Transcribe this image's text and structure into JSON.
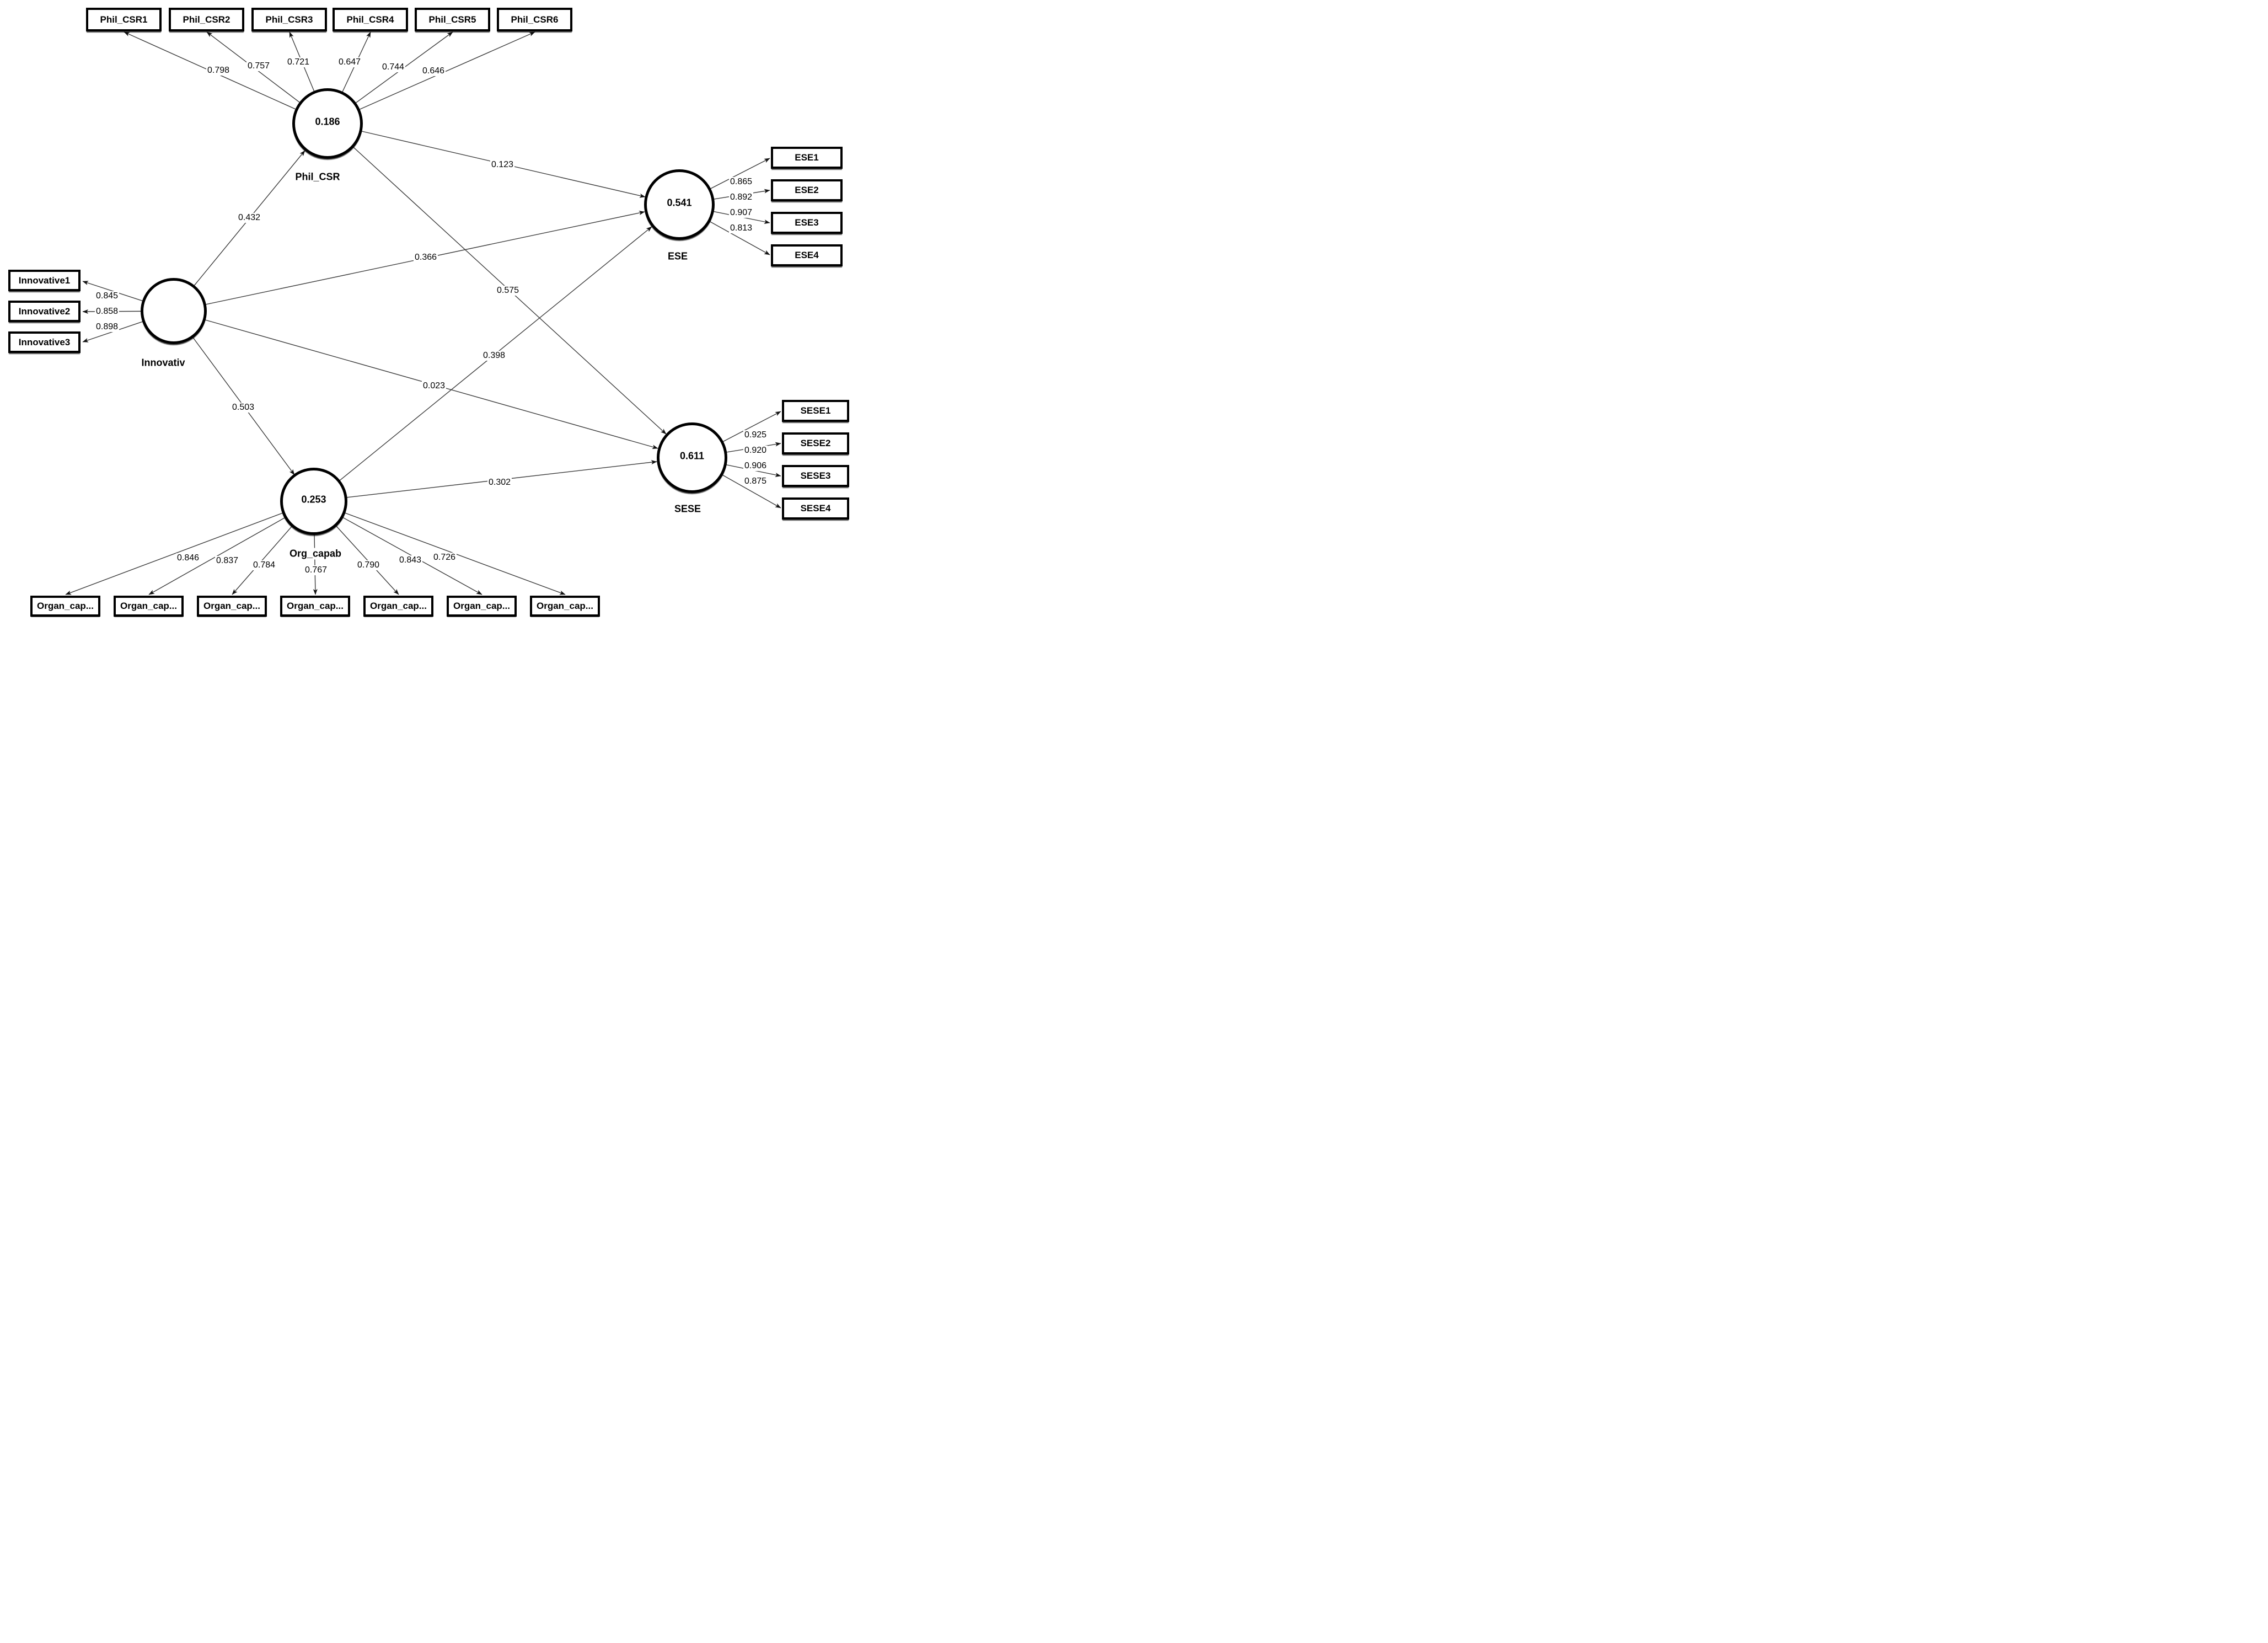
{
  "figure": {
    "background": "#ffffff",
    "line_color": "#3d3d3d",
    "shape_border_color": "#000000",
    "text_color": "#000000"
  },
  "constructs": {
    "phil_csr": {
      "label": "Phil_CSR",
      "r_squared": "0.186",
      "indicators": [
        {
          "label": "Phil_CSR1",
          "loading": "0.798"
        },
        {
          "label": "Phil_CSR2",
          "loading": "0.757"
        },
        {
          "label": "Phil_CSR3",
          "loading": "0.721"
        },
        {
          "label": "Phil_CSR4",
          "loading": "0.647"
        },
        {
          "label": "Phil_CSR5",
          "loading": "0.744"
        },
        {
          "label": "Phil_CSR6",
          "loading": "0.646"
        }
      ]
    },
    "innovativ": {
      "label": "Innovativ",
      "indicators": [
        {
          "label": "Innovative1",
          "loading": "0.845"
        },
        {
          "label": "Innovative2",
          "loading": "0.858"
        },
        {
          "label": "Innovative3",
          "loading": "0.898"
        }
      ]
    },
    "ese": {
      "label": "ESE",
      "r_squared": "0.541",
      "indicators": [
        {
          "label": "ESE1",
          "loading": "0.865"
        },
        {
          "label": "ESE2",
          "loading": "0.892"
        },
        {
          "label": "ESE3",
          "loading": "0.907"
        },
        {
          "label": "ESE4",
          "loading": "0.813"
        }
      ]
    },
    "sese": {
      "label": "SESE",
      "r_squared": "0.611",
      "indicators": [
        {
          "label": "SESE1",
          "loading": "0.925"
        },
        {
          "label": "SESE2",
          "loading": "0.920"
        },
        {
          "label": "SESE3",
          "loading": "0.906"
        },
        {
          "label": "SESE4",
          "loading": "0.875"
        }
      ]
    },
    "org_capab": {
      "label": "Org_capab",
      "r_squared": "0.253",
      "indicators": [
        {
          "label": "Organ_cap...",
          "loading": "0.846"
        },
        {
          "label": "Organ_cap...",
          "loading": "0.837"
        },
        {
          "label": "Organ_cap...",
          "loading": "0.784"
        },
        {
          "label": "Organ_cap...",
          "loading": "0.767"
        },
        {
          "label": "Organ_cap...",
          "loading": "0.790"
        },
        {
          "label": "Organ_cap...",
          "loading": "0.843"
        },
        {
          "label": "Organ_cap...",
          "loading": "0.726"
        }
      ]
    }
  },
  "paths": [
    {
      "from": "Innovativ",
      "to": "Phil_CSR",
      "coefficient": "0.432"
    },
    {
      "from": "Innovativ",
      "to": "ESE",
      "coefficient": "0.366"
    },
    {
      "from": "Innovativ",
      "to": "Org_capab",
      "coefficient": "0.503"
    },
    {
      "from": "Innovativ",
      "to": "SESE",
      "coefficient": "0.023"
    },
    {
      "from": "Phil_CSR",
      "to": "ESE",
      "coefficient": "0.123"
    },
    {
      "from": "Phil_CSR",
      "to": "SESE",
      "coefficient": "0.575"
    },
    {
      "from": "Org_capab",
      "to": "ESE",
      "coefficient": "0.398"
    },
    {
      "from": "Org_capab",
      "to": "SESE",
      "coefficient": "0.302"
    }
  ]
}
